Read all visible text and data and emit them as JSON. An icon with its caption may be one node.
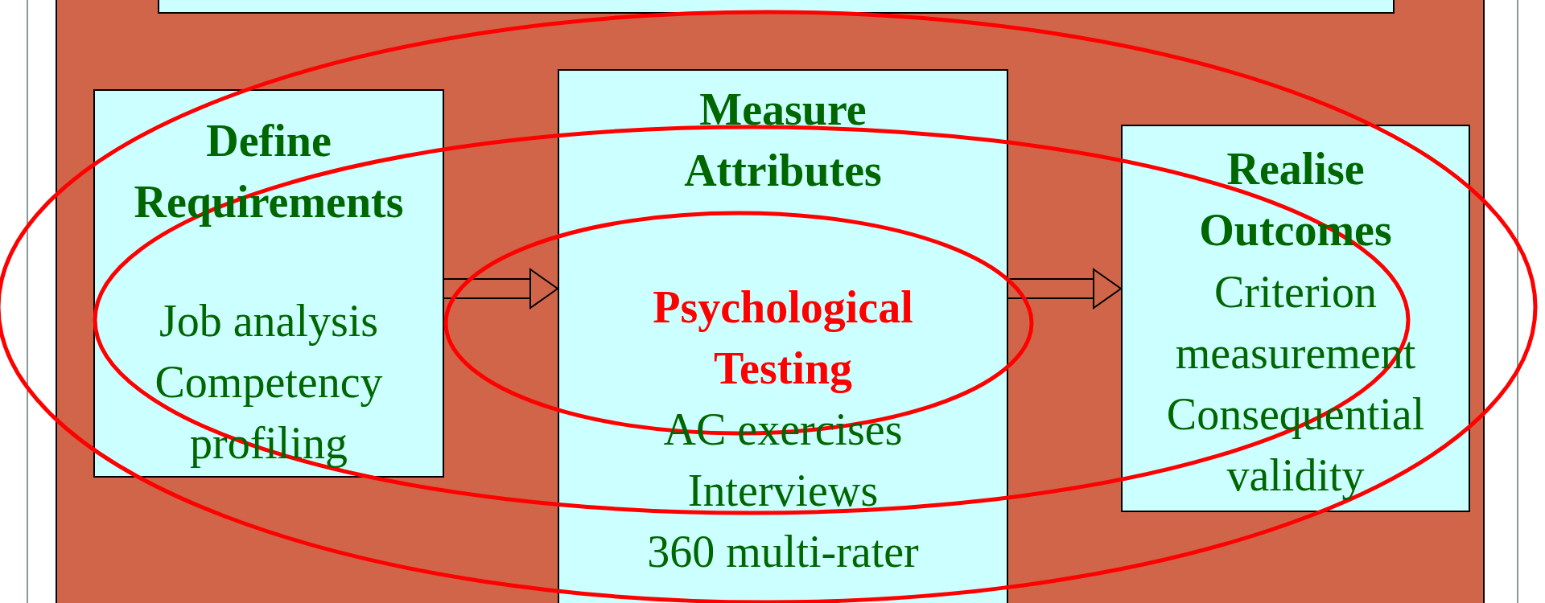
{
  "diagram": {
    "nodes": [
      {
        "text": [],
        "shape": "box"
      },
      {
        "text": [
          "Define Requirements",
          "Job analysis Competency profiling"
        ]
      },
      {
        "text": [
          "Measure Attributes",
          "Psychological Testing",
          "AC exercises Interviews 360 multi-rater"
        ]
      },
      {
        "text": [
          "Realise Outcomes",
          "Criterion measurement Consequential validity"
        ]
      }
    ],
    "edges": [
      {
        "from": 1,
        "to": 2,
        "arrow": "to"
      },
      {
        "from": 2,
        "to": 3,
        "arrow": "to"
      }
    ]
  }
}
